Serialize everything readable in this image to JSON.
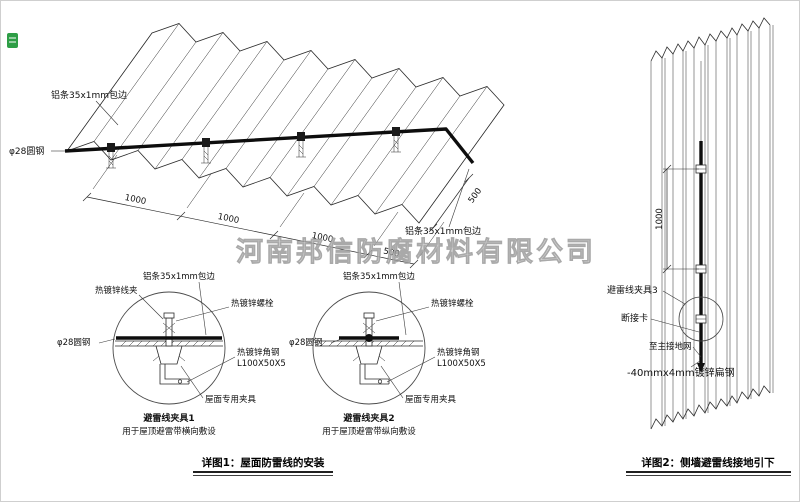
{
  "watermark": "河南邦信防腐材料有限公司",
  "colors": {
    "red": "#cc0000",
    "watermark_fill": "#d6d6d6",
    "badge_green": "#2e9e46",
    "line": "#2b2b2b"
  },
  "roof_view": {
    "label_strip_top": "铝条35x1mm包边",
    "label_rod": "φ28圆钢",
    "label_strip_right": "铝条35x1mm包边",
    "dims": [
      "1000",
      "1000",
      "1000",
      "500"
    ],
    "dim_side": "500"
  },
  "detail1": {
    "title": "避雷线夹具1",
    "subtitle": "用于屋顶避雷带横向敷设",
    "labels": {
      "clamp": "热镀锌线夹",
      "strip": "铝条35x1mm包边",
      "rod": "φ28圆钢",
      "bolt": "热镀锌螺栓",
      "angle_line1": "热镀锌角钢",
      "angle_line2": "L100X50X5",
      "roof_clamp": "屋面专用夹具"
    }
  },
  "detail2": {
    "title": "避雷线夹具2",
    "subtitle": "用于屋顶避雷带纵向敷设",
    "labels": {
      "strip": "铝条35x1mm包边",
      "rod": "φ28圆钢",
      "bolt": "热镀锌螺栓",
      "angle_line1": "热镀锌角钢",
      "angle_line2": "L100X50X5",
      "roof_clamp": "屋面专用夹具"
    }
  },
  "wall_view": {
    "dim": "1000",
    "labels": {
      "clamp3": "避雷线夹具3",
      "disconnect": "断接卡",
      "to_ground": "至主接地网",
      "flat_steel": "-40mmx4mm镀锌扁钢"
    }
  },
  "captions": {
    "c1": "详图1：屋面防雷线的安装",
    "c2": "详图2：侧墙避雷线接地引下"
  }
}
